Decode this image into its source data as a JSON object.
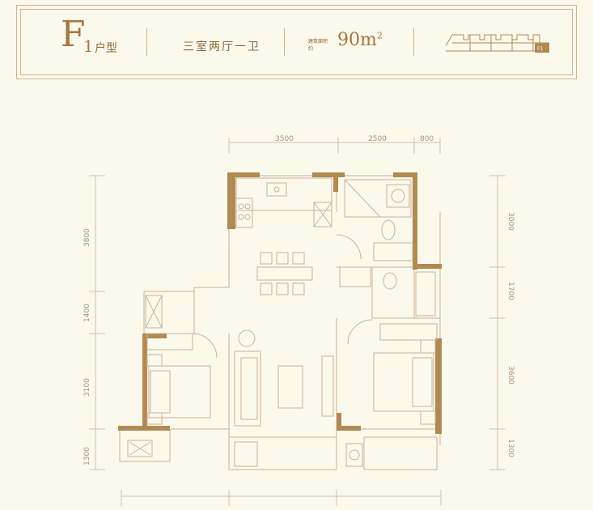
{
  "header": {
    "unit_letter": "F",
    "unit_number": "1",
    "unit_type_label": "户型",
    "room_layout": "三室两厅一卫",
    "area_label": "建筑面积约",
    "area_value": "90m",
    "area_superscript": "2",
    "mini_plan_tag": "F1"
  },
  "dimensions": {
    "top": [
      "3500",
      "2500",
      "800"
    ],
    "left": [
      "3800",
      "1400",
      "3100",
      "1300"
    ],
    "right": [
      "3000",
      "1700",
      "3600",
      "1300"
    ]
  },
  "colors": {
    "wall": "#b08a52",
    "line": "#c8b596",
    "text": "#8f6a36"
  }
}
